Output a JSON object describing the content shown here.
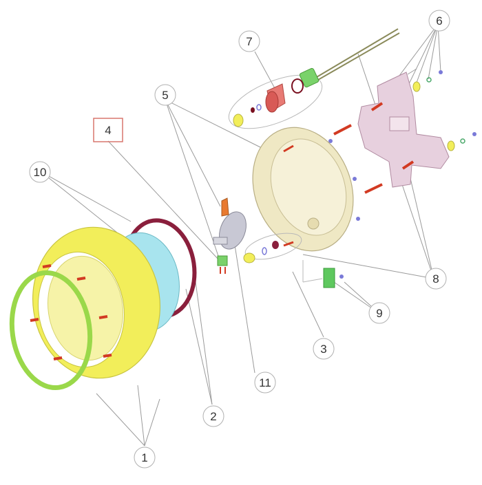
{
  "callouts": [
    {
      "id": "c1",
      "label": "1"
    },
    {
      "id": "c2",
      "label": "2"
    },
    {
      "id": "c3",
      "label": "3"
    },
    {
      "id": "c4",
      "label": "4"
    },
    {
      "id": "c5",
      "label": "5"
    },
    {
      "id": "c6",
      "label": "6"
    },
    {
      "id": "c7",
      "label": "7"
    },
    {
      "id": "c8",
      "label": "8"
    },
    {
      "id": "c9",
      "label": "9"
    },
    {
      "id": "c10",
      "label": "10"
    },
    {
      "id": "c11",
      "label": "11"
    }
  ],
  "highlighted_part": "4",
  "colors": {
    "front_ring": "#9ad84a",
    "yellow_frame": "#f2ee5a",
    "cyan_body": "#a8e4ee",
    "gasket": "#8a1f3c",
    "housing": "#efe8c4",
    "bracket": "#e7d0de",
    "screw": "#d23a22",
    "highlight_box": "#d9766d"
  }
}
